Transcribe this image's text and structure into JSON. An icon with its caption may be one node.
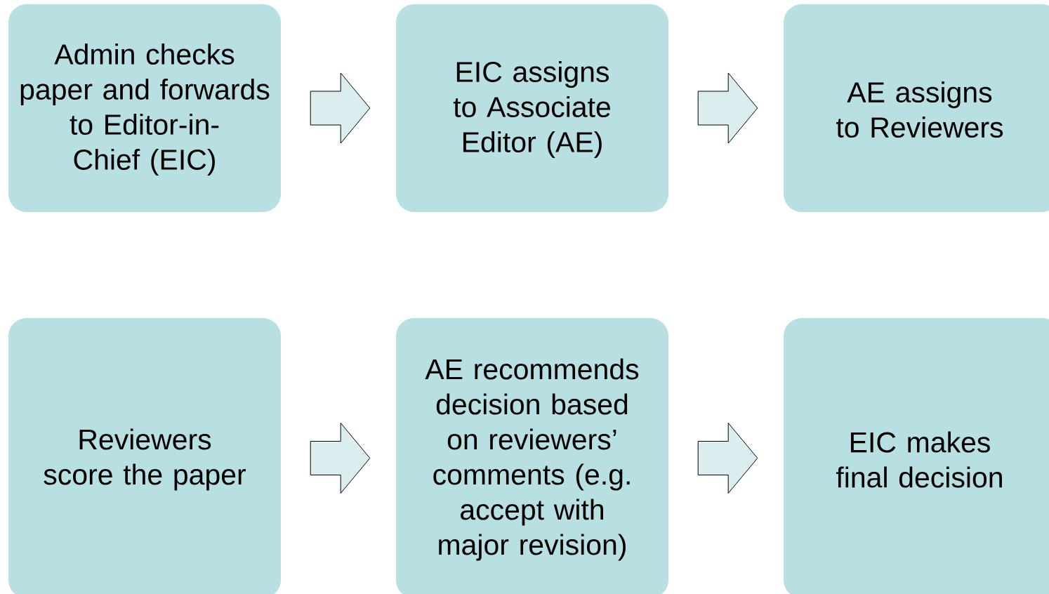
{
  "diagram": {
    "nodes": [
      {
        "text": [
          "Admin checks paper and forwards to Editor-in-Chief (EIC)"
        ]
      },
      {
        "text": [
          "EIC assigns to Associate Editor (AE)"
        ]
      },
      {
        "text": [
          "AE assigns to Reviewers"
        ]
      },
      {
        "text": [
          "Reviewers score the paper"
        ]
      },
      {
        "text": [
          "AE recommends decision based on reviewers’ comments (e.g. accept with major revision)"
        ]
      },
      {
        "text": [
          "EIC makes final decision"
        ]
      }
    ],
    "edges": [
      {
        "from": 0,
        "to": 1,
        "arrow": "to"
      },
      {
        "from": 1,
        "to": 2,
        "arrow": "to"
      },
      {
        "from": 3,
        "to": 4,
        "arrow": "to"
      },
      {
        "from": 4,
        "to": 5,
        "arrow": "to"
      }
    ]
  }
}
